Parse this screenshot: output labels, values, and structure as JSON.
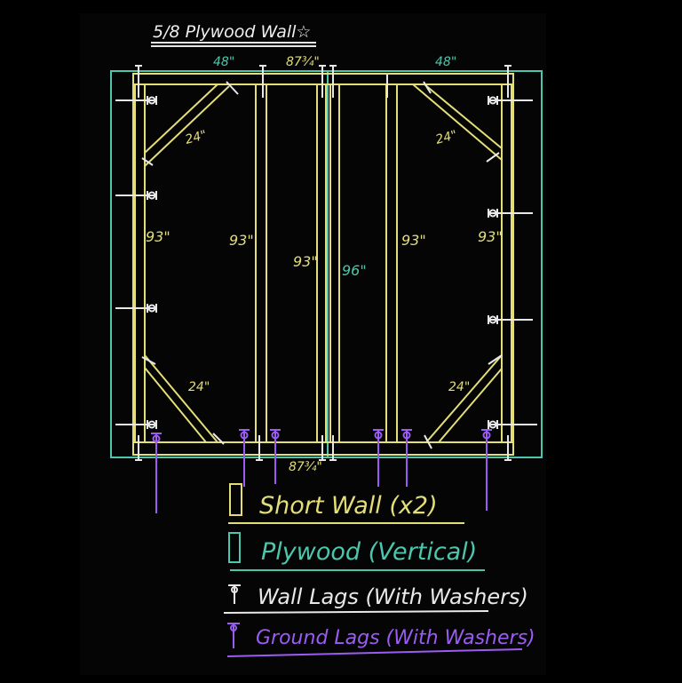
{
  "title": "5/8 Plywood Wall☆",
  "dimensions": {
    "top_left_width": "48\"",
    "top_middle": "87¾\"",
    "top_right_width": "48\"",
    "bottom_middle": "87¾\"",
    "brace_tl": "24\"",
    "brace_tr": "24\"",
    "brace_bl": "24\"",
    "brace_br": "24\"",
    "stud_left_end": "93\"",
    "stud_left_mid": "93\"",
    "stud_left_inner": "93\"",
    "plywood_height": "96\"",
    "stud_right_mid": "93\"",
    "stud_right_end": "93\""
  },
  "legend": [
    {
      "label": "Short Wall (x2)",
      "color": "#e3de78",
      "icon": "yellow-rect-icon"
    },
    {
      "label": "Plywood (Vertical)",
      "color": "#4cc7ad",
      "icon": "teal-rect-icon"
    },
    {
      "label": "Wall Lags (With Washers)",
      "color": "#e8e8e8",
      "icon": "lag-bolt-icon"
    },
    {
      "label": "Ground Lags (With Washers)",
      "color": "#9b5cf2",
      "icon": "lag-bolt-icon"
    }
  ]
}
